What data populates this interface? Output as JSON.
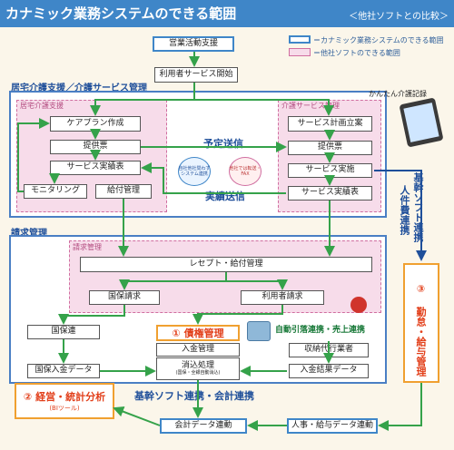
{
  "header": {
    "title": "カナミック業務システムのできる範囲",
    "subtitle": "＜他社ソフトとの比較＞"
  },
  "legend": [
    {
      "text": "＝カナミック業務システムのできる範囲",
      "color": "#3f86c8"
    },
    {
      "text": "＝他社ソフトのできる範囲",
      "color": "#d06ea0"
    }
  ],
  "colors": {
    "kanamic_blue": "#3f86c8",
    "other_pink": "#d06ea0",
    "accent_green": "#35a24a",
    "accent_orange": "#f0a030"
  },
  "top_nodes": {
    "sales": "営業活動支援",
    "user_service_start": "利用者サービス開始"
  },
  "care_section": {
    "title": "居宅介護支援／介護サービス管理",
    "left_panel_title": "居宅介護支援",
    "right_panel_title": "介護サービス管理",
    "left_nodes": {
      "careplan": "ケアプラン作成",
      "provide_left": "提供票",
      "service_record_left": "サービス実績表",
      "monitoring": "モニタリング",
      "benefit_mgmt": "給付管理"
    },
    "right_nodes": {
      "service_plan": "サービス計画立案",
      "provide_right": "提供票",
      "service_exec": "サービス実施",
      "service_record_right": "サービス実績表"
    },
    "scheduled_send": "予定送信",
    "result_send": "実績送信",
    "own_coop": "自社他社問わず\nシステム連携",
    "other_coop": "他社では転送・\nFAX"
  },
  "easy_record": "かんたん介護記録",
  "side_link": {
    "line1": "基幹ソフト連携",
    "line2": "人件費連携"
  },
  "billing_section": {
    "title": "請求管理",
    "panel_title": "請求管理",
    "receipt": "レセプト・給付管理",
    "insurance_claim": "国保請求",
    "user_claim": "利用者請求",
    "kokuhoren": "国保連",
    "kokuho_deposit": "国保入金データ",
    "receivable_badge": "① 債権管理",
    "deposit_mgmt": "入金管理",
    "clearing": "消込処理",
    "clearing_note": "(国保・全銀自動消込)",
    "auto_debit": "自動引落連携・売上連携",
    "collection_agent": "収納代行業者",
    "deposit_result": "入金結果データ",
    "attendance_badge": "③ 勤怠・給与管理",
    "core_link": "基幹ソフト連携・会計連携",
    "mgmt_badge": "② 経営・統計分析",
    "bi_tool": "(BIツール)",
    "accounting_link": "会計データ連動",
    "hr_link": "人事・給与データ連動"
  }
}
